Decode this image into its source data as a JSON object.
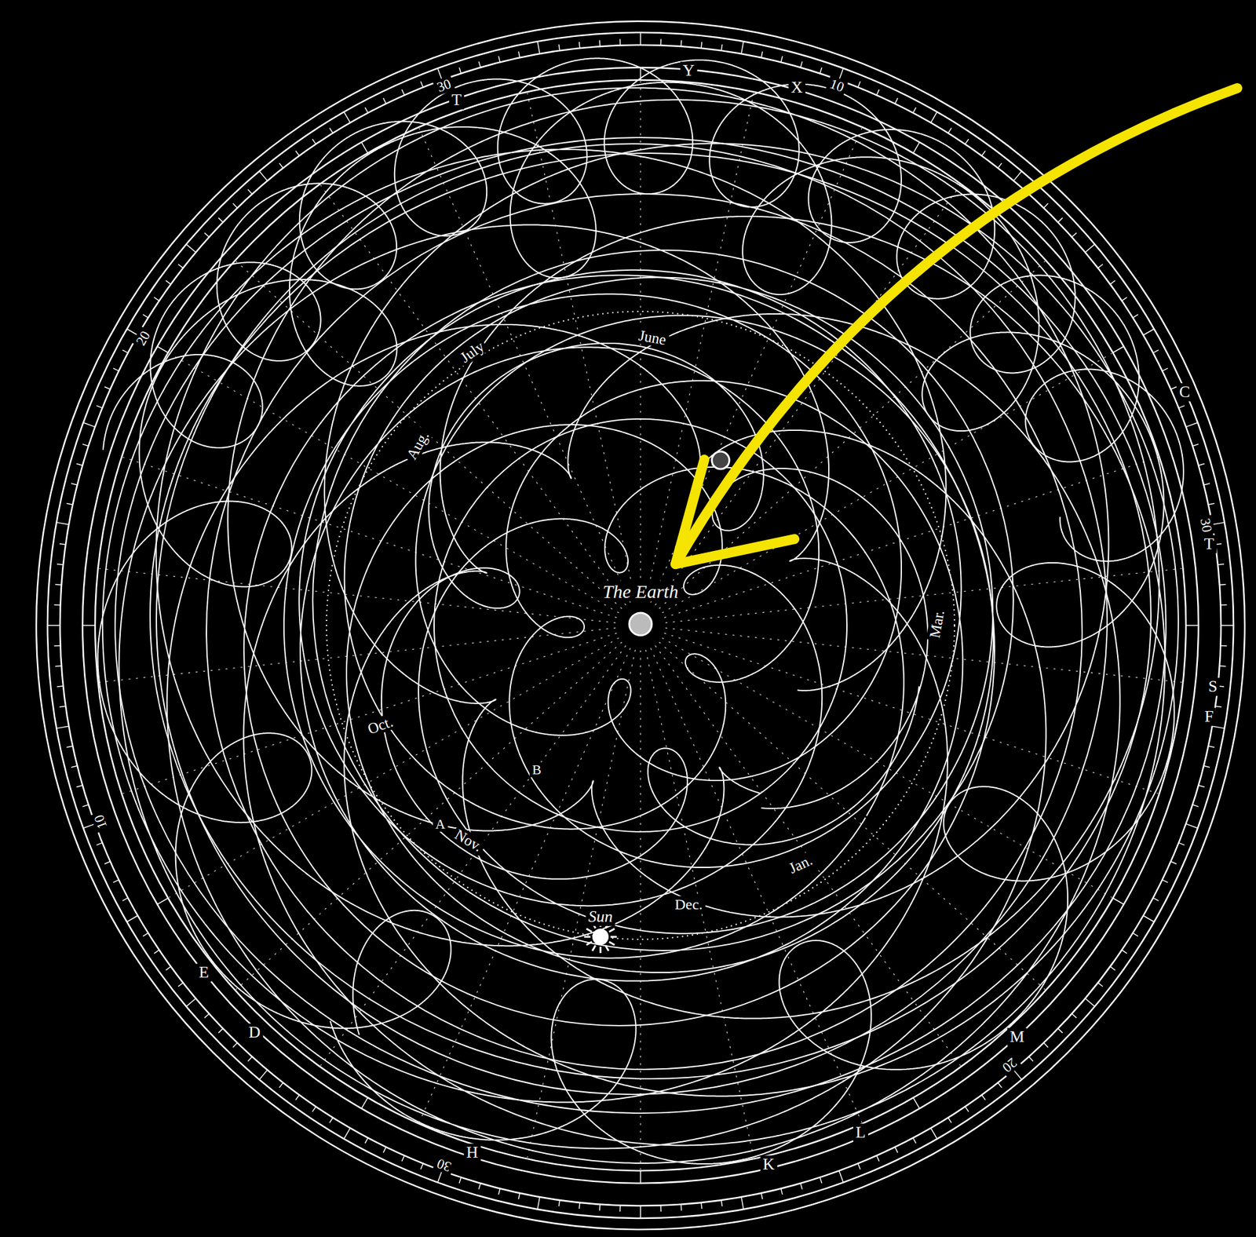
{
  "diagram": {
    "labels": [
      "The Earth",
      "Sun",
      "June",
      "July",
      "Aug.",
      "Oct.",
      "Nov.",
      "Dec.",
      "Jan.",
      "Mar.",
      "Y",
      "X",
      "T",
      "C",
      "T",
      "S",
      "F",
      "M",
      "L",
      "K",
      "H",
      "D",
      "E",
      "B",
      "A",
      "10",
      "20",
      "30",
      "10",
      "20",
      "30",
      "30"
    ]
  }
}
